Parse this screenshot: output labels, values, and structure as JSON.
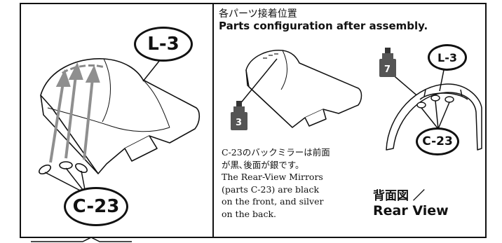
{
  "left_panel": {
    "top_callout": "L-3",
    "bottom_callout": "C-23"
  },
  "right_panel": {
    "title_jp": "各パーツ接着位置",
    "title_en": "Parts configuration after assembly.",
    "paint_left": "3",
    "paint_right": "7",
    "callout_top": "L-3",
    "callout_bottom": "C-23",
    "note_lines": [
      "C-23のバックミラーは前面",
      "が黒､後面が銀です。",
      "The Rear-View Mirrors",
      "(parts C-23) are black",
      "on the front, and silver",
      "on the back."
    ],
    "rear_view_jp": "背面図 ／",
    "rear_view_en": "Rear View"
  }
}
